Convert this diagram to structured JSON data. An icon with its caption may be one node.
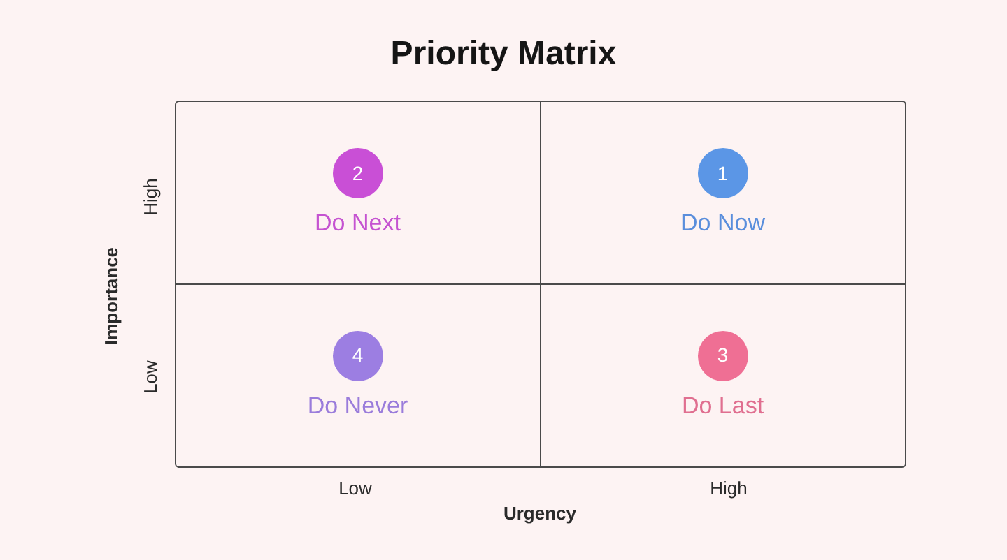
{
  "diagram": {
    "title": "Priority Matrix",
    "nodes": [
      {
        "text": [
          "Do Next"
        ]
      },
      {
        "text": [
          "2"
        ],
        "in": 0
      },
      {
        "text": [
          "Do Now"
        ]
      },
      {
        "text": [
          "1"
        ],
        "in": 2
      },
      {
        "text": [
          "Do Never"
        ]
      },
      {
        "text": [
          "4"
        ],
        "in": 4
      },
      {
        "text": [
          "Do Last"
        ]
      },
      {
        "text": [
          "3"
        ],
        "in": 6
      }
    ],
    "labels": [
      "Importance",
      "High",
      "Low",
      "Low",
      "High",
      "Urgency"
    ]
  }
}
